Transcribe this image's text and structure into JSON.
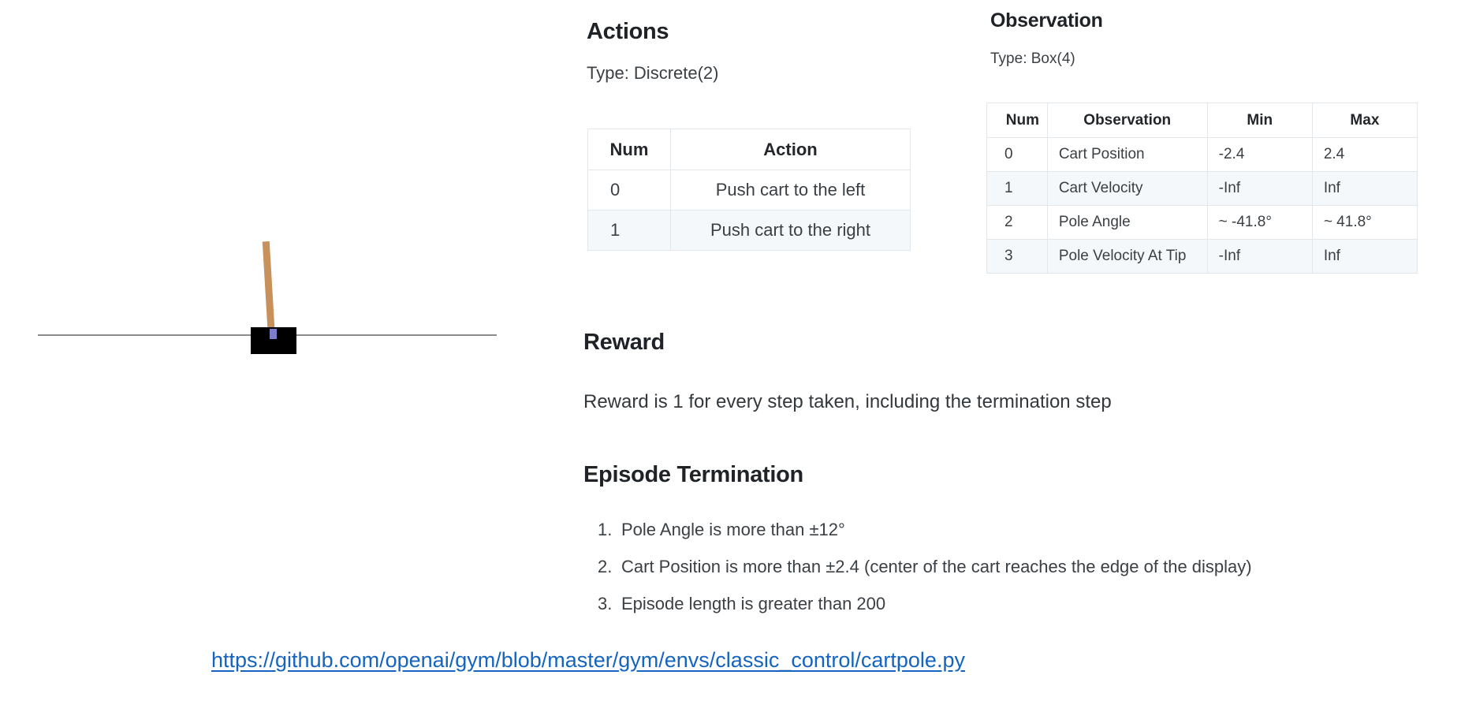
{
  "figure": {
    "name": "cartpole-diagram",
    "description": "CartPole: black cart on a horizontal track with a tan pole balanced on a blue axle",
    "colors": {
      "pole": "#c8915c",
      "cart": "#000000",
      "axle": "#7c7ccc",
      "track": "#8b8b8b"
    },
    "pole_tilt_degrees": -3.4
  },
  "actions": {
    "heading": "Actions",
    "type_line": "Type: Discrete(2)",
    "table": {
      "headers": [
        "Num",
        "Action"
      ],
      "rows": [
        {
          "num": "0",
          "action": "Push cart to the left"
        },
        {
          "num": "1",
          "action": "Push cart to the right"
        }
      ]
    }
  },
  "observation": {
    "heading": "Observation",
    "type_line": "Type: Box(4)",
    "table": {
      "headers": [
        "Num",
        "Observation",
        "Min",
        "Max"
      ],
      "rows": [
        {
          "num": "0",
          "observation": "Cart Position",
          "min": "-2.4",
          "max": "2.4"
        },
        {
          "num": "1",
          "observation": "Cart Velocity",
          "min": "-Inf",
          "max": "Inf"
        },
        {
          "num": "2",
          "observation": "Pole Angle",
          "min": "~ -41.8°",
          "max": "~ 41.8°"
        },
        {
          "num": "3",
          "observation": "Pole Velocity At Tip",
          "min": "-Inf",
          "max": "Inf"
        }
      ]
    }
  },
  "reward": {
    "heading": "Reward",
    "body": "Reward is 1 for every step taken, including the termination step"
  },
  "termination": {
    "heading": "Episode Termination",
    "items": [
      {
        "num": "1.",
        "text": "Pole Angle is more than ±12°"
      },
      {
        "num": "2.",
        "text": "Cart Position is more than ±2.4 (center of the cart reaches the edge of the display)"
      },
      {
        "num": "3.",
        "text": "Episode length is greater than 200"
      }
    ]
  },
  "link": {
    "url": "https://github.com/openai/gym/blob/master/gym/envs/classic_control/cartpole.py",
    "color": "#1464c0"
  }
}
